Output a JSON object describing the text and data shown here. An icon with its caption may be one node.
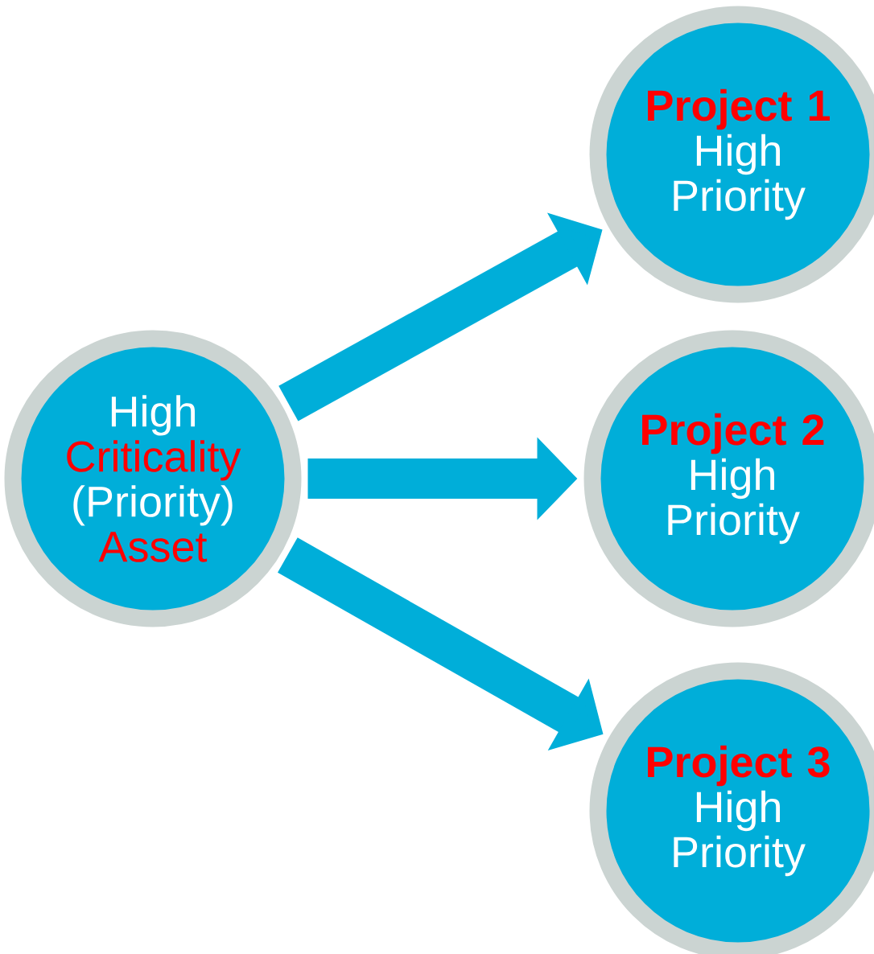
{
  "diagram": {
    "nodes": [
      {
        "text": [
          "High",
          "Criticality",
          "(Priority)",
          "Asset"
        ]
      },
      {
        "text": [
          "Project 1",
          "High Priority"
        ]
      },
      {
        "text": [
          "Project 2",
          "High Priority"
        ]
      },
      {
        "text": [
          "Project 3",
          "High Priority"
        ]
      }
    ],
    "edges": [
      {
        "from": 0,
        "to": 1,
        "arrow": "to"
      },
      {
        "from": 0,
        "to": 2,
        "arrow": "to"
      },
      {
        "from": 0,
        "to": 3,
        "arrow": "to"
      }
    ]
  }
}
